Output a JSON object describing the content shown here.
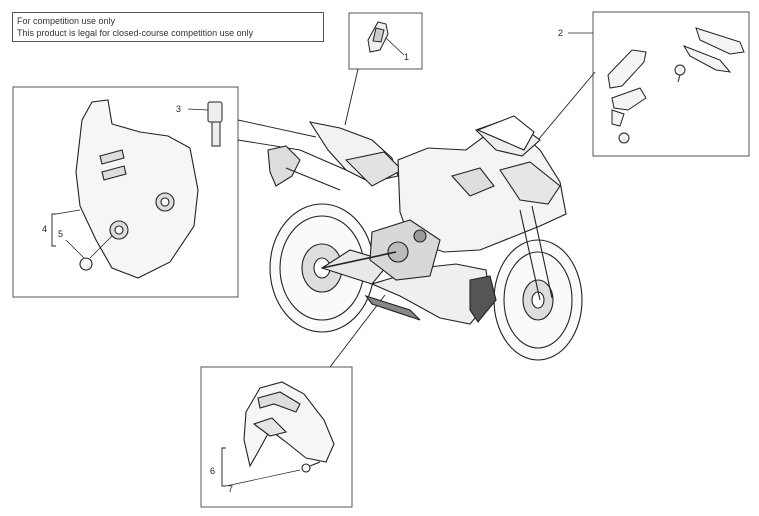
{
  "notice": {
    "line1": "For competition use only",
    "line2": "This product is legal for closed-course competition use only"
  },
  "callouts": {
    "c1": "1",
    "c2": "2",
    "c3": "3",
    "c4": "4",
    "c5": "5",
    "c6": "6",
    "c7": "7"
  },
  "colors": {
    "line": "#222222",
    "panel_border": "#555555",
    "fill_light": "#f2f2f2"
  }
}
